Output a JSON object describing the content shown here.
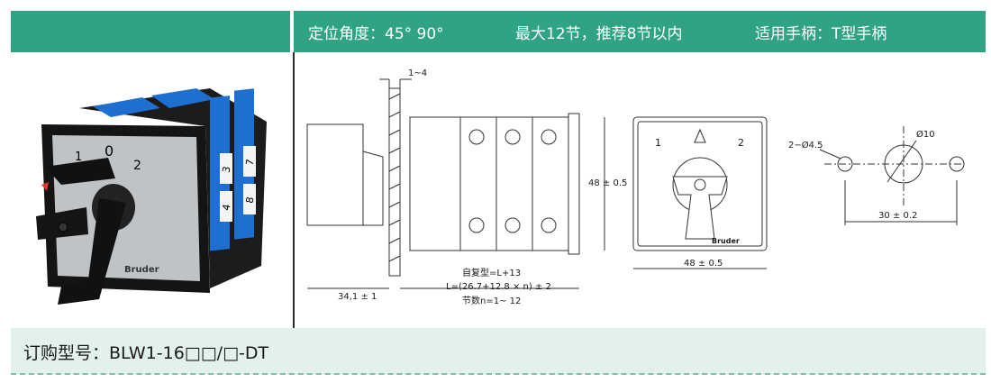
{
  "header": {
    "angle": "定位角度：45°  90°",
    "sections": "最大12节，推荐8节以内",
    "handle": "适用手柄：T型手柄"
  },
  "photo": {
    "positions": [
      "1",
      "0",
      "2"
    ],
    "deck_numbers": [
      "3",
      "4",
      "7",
      "8"
    ],
    "brand": "Bruder"
  },
  "drawing": {
    "panel_thickness": "1~4",
    "front_depth": "34,1 ± 1",
    "height": "48 ± 0.5",
    "width": "48 ± 0.5",
    "length_line1": "自复型=L+13",
    "length_line2": "L=(26.7+12.8 × n) ± 2",
    "length_line3": "节数n=1~ 12",
    "front_positions": [
      "1",
      "2"
    ],
    "front_brand": "Bruder",
    "hole_small": "2−Ø4.5",
    "hole_large": "Ø10",
    "hole_spacing": "30 ± 0.2"
  },
  "footer": {
    "order_code": "订购型号：BLW1-16□□/□-DT"
  },
  "colors": {
    "header_bar": "#2fa383",
    "footer_bar": "#e3f1ec",
    "switch_blue": "#1f6fd1"
  }
}
